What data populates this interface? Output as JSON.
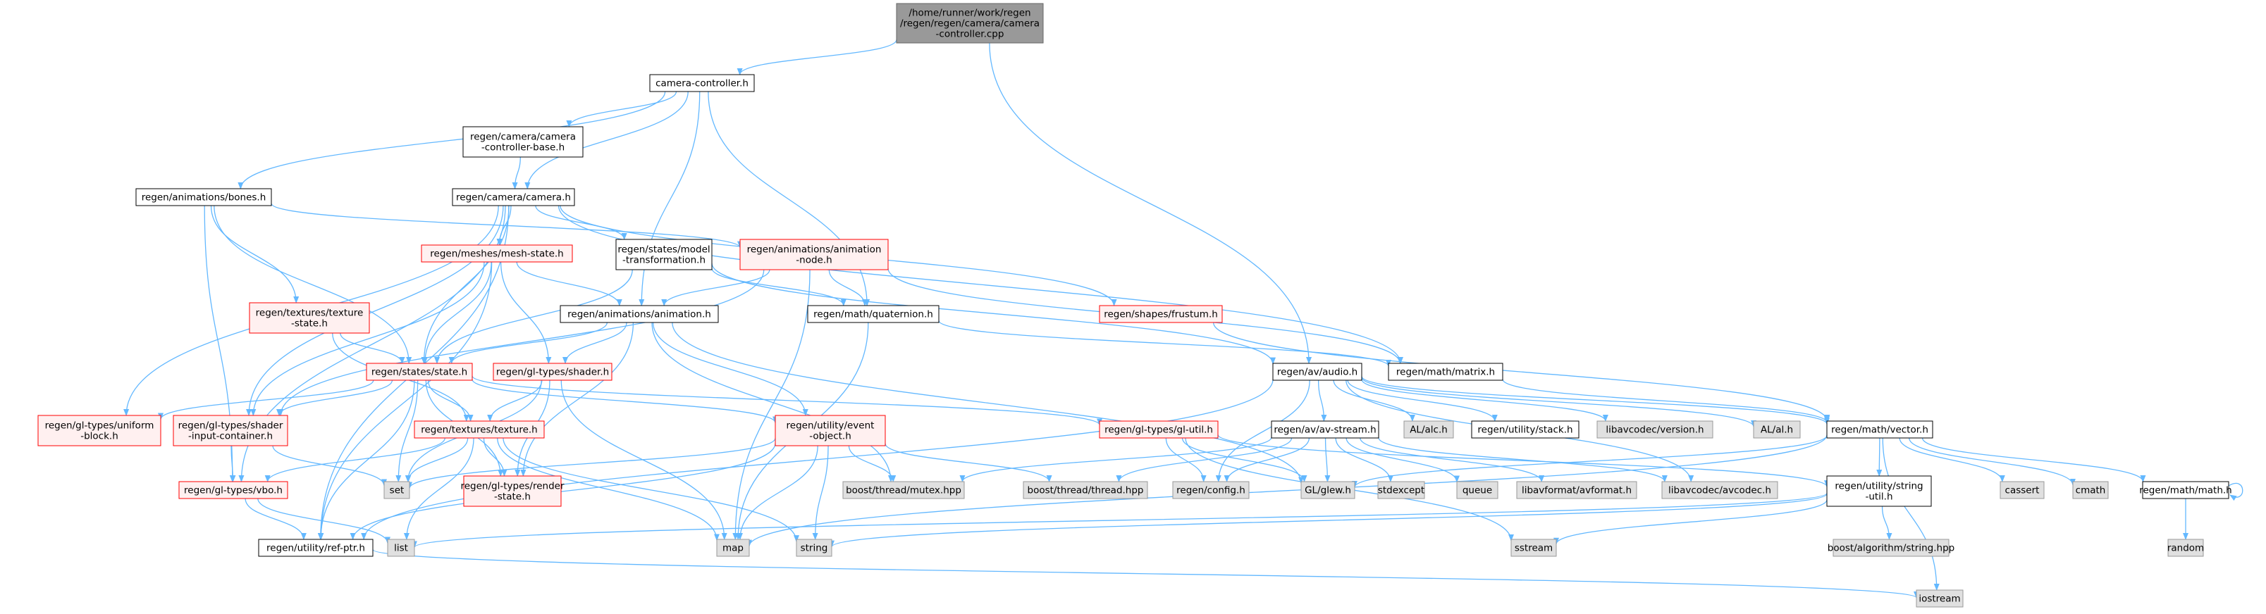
{
  "diagram": {
    "type": "include-dependency-graph",
    "colors": {
      "edge": "#63B8FF",
      "root_fill": "#999999",
      "root_border": "#666666",
      "node_fill": "#FFFFFF",
      "node_border": "#000000",
      "external_fill": "#E0E0E0",
      "external_border": "#999999",
      "truncated_fill": "#FFF0F0",
      "truncated_border": "#FF0000"
    },
    "nodes": [
      {
        "id": "root",
        "kind": "root",
        "lines": [
          "/home/runner/work/regen",
          "/regen/regen/camera/camera",
          "-controller.cpp"
        ]
      },
      {
        "id": "camctrl",
        "kind": "normal",
        "lines": [
          "camera-controller.h"
        ]
      },
      {
        "id": "ccbase",
        "kind": "normal",
        "lines": [
          "regen/camera/camera",
          "-controller-base.h"
        ]
      },
      {
        "id": "bones",
        "kind": "normal",
        "lines": [
          "regen/animations/bones.h"
        ]
      },
      {
        "id": "camera",
        "kind": "normal",
        "lines": [
          "regen/camera/camera.h"
        ]
      },
      {
        "id": "meshstate",
        "kind": "truncated",
        "lines": [
          "regen/meshes/mesh-state.h"
        ]
      },
      {
        "id": "modeltrans",
        "kind": "normal",
        "lines": [
          "regen/states/model",
          "-transformation.h"
        ]
      },
      {
        "id": "animnode",
        "kind": "truncated",
        "lines": [
          "regen/animations/animation",
          "-node.h"
        ]
      },
      {
        "id": "frustum",
        "kind": "truncated",
        "lines": [
          "regen/shapes/frustum.h"
        ]
      },
      {
        "id": "texstate",
        "kind": "truncated",
        "lines": [
          "regen/textures/texture",
          "-state.h"
        ]
      },
      {
        "id": "animation",
        "kind": "normal",
        "lines": [
          "regen/animations/animation.h"
        ]
      },
      {
        "id": "quaternion",
        "kind": "normal",
        "lines": [
          "regen/math/quaternion.h"
        ]
      },
      {
        "id": "states",
        "kind": "truncated",
        "lines": [
          "regen/states/state.h"
        ]
      },
      {
        "id": "shader",
        "kind": "truncated",
        "lines": [
          "regen/gl-types/shader.h"
        ]
      },
      {
        "id": "audio",
        "kind": "normal",
        "lines": [
          "regen/av/audio.h"
        ]
      },
      {
        "id": "matrix",
        "kind": "normal",
        "lines": [
          "regen/math/matrix.h"
        ]
      },
      {
        "id": "uniformblock",
        "kind": "truncated",
        "lines": [
          "regen/gl-types/uniform",
          "-block.h"
        ]
      },
      {
        "id": "shaderinput",
        "kind": "truncated",
        "lines": [
          "regen/gl-types/shader",
          "-input-container.h"
        ]
      },
      {
        "id": "texture",
        "kind": "truncated",
        "lines": [
          "regen/textures/texture.h"
        ]
      },
      {
        "id": "eventobject",
        "kind": "truncated",
        "lines": [
          "regen/utility/event",
          "-object.h"
        ]
      },
      {
        "id": "glutil",
        "kind": "truncated",
        "lines": [
          "regen/gl-types/gl-util.h"
        ]
      },
      {
        "id": "avstream",
        "kind": "normal",
        "lines": [
          "regen/av/av-stream.h"
        ]
      },
      {
        "id": "alc",
        "kind": "external",
        "lines": [
          "AL/alc.h"
        ]
      },
      {
        "id": "stack",
        "kind": "normal",
        "lines": [
          "regen/utility/stack.h"
        ]
      },
      {
        "id": "libavversion",
        "kind": "external",
        "lines": [
          "libavcodec/version.h"
        ]
      },
      {
        "id": "al",
        "kind": "external",
        "lines": [
          "AL/al.h"
        ]
      },
      {
        "id": "vector",
        "kind": "normal",
        "lines": [
          "regen/math/vector.h"
        ]
      },
      {
        "id": "vbo",
        "kind": "truncated",
        "lines": [
          "regen/gl-types/vbo.h"
        ]
      },
      {
        "id": "set",
        "kind": "external",
        "lines": [
          "set"
        ]
      },
      {
        "id": "renderstate",
        "kind": "truncated",
        "lines": [
          "regen/gl-types/render",
          "-state.h"
        ]
      },
      {
        "id": "mutex",
        "kind": "external",
        "lines": [
          "boost/thread/mutex.hpp"
        ]
      },
      {
        "id": "thread",
        "kind": "external",
        "lines": [
          "boost/thread/thread.hpp"
        ]
      },
      {
        "id": "config",
        "kind": "external",
        "lines": [
          "regen/config.h"
        ]
      },
      {
        "id": "glew",
        "kind": "external",
        "lines": [
          "GL/glew.h"
        ]
      },
      {
        "id": "stdexcept",
        "kind": "external",
        "lines": [
          "stdexcept"
        ]
      },
      {
        "id": "queue",
        "kind": "external",
        "lines": [
          "queue"
        ]
      },
      {
        "id": "avformat",
        "kind": "external",
        "lines": [
          "libavformat/avformat.h"
        ]
      },
      {
        "id": "avcodec",
        "kind": "external",
        "lines": [
          "libavcodec/avcodec.h"
        ]
      },
      {
        "id": "stringutil",
        "kind": "normal",
        "lines": [
          "regen/utility/string",
          "-util.h"
        ]
      },
      {
        "id": "cassert",
        "kind": "external",
        "lines": [
          "cassert"
        ]
      },
      {
        "id": "cmath",
        "kind": "external",
        "lines": [
          "cmath"
        ]
      },
      {
        "id": "mathh",
        "kind": "normal",
        "lines": [
          "regen/math/math.h"
        ]
      },
      {
        "id": "refptr",
        "kind": "normal",
        "lines": [
          "regen/utility/ref-ptr.h"
        ]
      },
      {
        "id": "list",
        "kind": "external",
        "lines": [
          "list"
        ]
      },
      {
        "id": "map",
        "kind": "external",
        "lines": [
          "map"
        ]
      },
      {
        "id": "string",
        "kind": "external",
        "lines": [
          "string"
        ]
      },
      {
        "id": "sstream",
        "kind": "external",
        "lines": [
          "sstream"
        ]
      },
      {
        "id": "boostalgo",
        "kind": "external",
        "lines": [
          "boost/algorithm/string.hpp"
        ]
      },
      {
        "id": "random",
        "kind": "external",
        "lines": [
          "random"
        ]
      },
      {
        "id": "iostream",
        "kind": "external",
        "lines": [
          "iostream"
        ]
      }
    ],
    "edges": [
      [
        "root",
        "camctrl"
      ],
      [
        "root",
        "audio"
      ],
      [
        "camctrl",
        "ccbase"
      ],
      [
        "camctrl",
        "bones"
      ],
      [
        "camctrl",
        "camera"
      ],
      [
        "camctrl",
        "animation"
      ],
      [
        "camctrl",
        "quaternion"
      ],
      [
        "ccbase",
        "camera"
      ],
      [
        "bones",
        "animnode"
      ],
      [
        "bones",
        "texstate"
      ],
      [
        "bones",
        "states"
      ],
      [
        "bones",
        "vbo"
      ],
      [
        "camera",
        "meshstate"
      ],
      [
        "camera",
        "modeltrans"
      ],
      [
        "camera",
        "frustum"
      ],
      [
        "camera",
        "states"
      ],
      [
        "camera",
        "matrix"
      ],
      [
        "camera",
        "uniformblock"
      ],
      [
        "camera",
        "shaderinput"
      ],
      [
        "camera",
        "vbo"
      ],
      [
        "camera",
        "refptr"
      ],
      [
        "meshstate",
        "animation"
      ],
      [
        "meshstate",
        "states"
      ],
      [
        "meshstate",
        "shader"
      ],
      [
        "meshstate",
        "shaderinput"
      ],
      [
        "meshstate",
        "refptr"
      ],
      [
        "modeltrans",
        "quaternion"
      ],
      [
        "modeltrans",
        "states"
      ],
      [
        "modeltrans",
        "audio"
      ],
      [
        "animnode",
        "animation"
      ],
      [
        "animnode",
        "quaternion"
      ],
      [
        "animnode",
        "matrix"
      ],
      [
        "animnode",
        "map"
      ],
      [
        "animnode",
        "shaderinput"
      ],
      [
        "frustum",
        "vector"
      ],
      [
        "texstate",
        "states"
      ],
      [
        "texstate",
        "texture"
      ],
      [
        "animation",
        "states"
      ],
      [
        "animation",
        "shader"
      ],
      [
        "animation",
        "eventobject"
      ],
      [
        "animation",
        "mutex"
      ],
      [
        "animation",
        "glew"
      ],
      [
        "animation",
        "renderstate"
      ],
      [
        "quaternion",
        "matrix"
      ],
      [
        "quaternion",
        "map"
      ],
      [
        "states",
        "uniformblock"
      ],
      [
        "states",
        "shaderinput"
      ],
      [
        "states",
        "texture"
      ],
      [
        "states",
        "eventobject"
      ],
      [
        "states",
        "glutil"
      ],
      [
        "states",
        "set"
      ],
      [
        "states",
        "refptr"
      ],
      [
        "states",
        "renderstate"
      ],
      [
        "shader",
        "texture"
      ],
      [
        "shader",
        "set"
      ],
      [
        "shader",
        "map"
      ],
      [
        "shader",
        "renderstate"
      ],
      [
        "audio",
        "avstream"
      ],
      [
        "audio",
        "alc"
      ],
      [
        "audio",
        "stack"
      ],
      [
        "audio",
        "libavversion"
      ],
      [
        "audio",
        "al"
      ],
      [
        "audio",
        "vector"
      ],
      [
        "audio",
        "config"
      ],
      [
        "audio",
        "refptr"
      ],
      [
        "audio",
        "avcodec"
      ],
      [
        "matrix",
        "vector"
      ],
      [
        "shaderinput",
        "vbo"
      ],
      [
        "shaderinput",
        "set"
      ],
      [
        "texture",
        "vbo"
      ],
      [
        "texture",
        "renderstate"
      ],
      [
        "texture",
        "set"
      ],
      [
        "texture",
        "list"
      ],
      [
        "texture",
        "map"
      ],
      [
        "texture",
        "string"
      ],
      [
        "eventobject",
        "mutex"
      ],
      [
        "eventobject",
        "thread"
      ],
      [
        "eventobject",
        "refptr"
      ],
      [
        "eventobject",
        "map"
      ],
      [
        "eventobject",
        "string"
      ],
      [
        "eventobject",
        "set"
      ],
      [
        "glutil",
        "config"
      ],
      [
        "glutil",
        "glew"
      ],
      [
        "glutil",
        "sstream"
      ],
      [
        "glutil",
        "stringutil"
      ],
      [
        "avstream",
        "mutex"
      ],
      [
        "avstream",
        "thread"
      ],
      [
        "avstream",
        "config"
      ],
      [
        "avstream",
        "glew"
      ],
      [
        "avstream",
        "stdexcept"
      ],
      [
        "avstream",
        "queue"
      ],
      [
        "avstream",
        "avformat"
      ],
      [
        "avstream",
        "avcodec"
      ],
      [
        "vector",
        "glew"
      ],
      [
        "vector",
        "stringutil"
      ],
      [
        "vector",
        "cassert"
      ],
      [
        "vector",
        "cmath"
      ],
      [
        "vector",
        "mathh"
      ],
      [
        "vector",
        "iostream"
      ],
      [
        "vector",
        "map"
      ],
      [
        "vbo",
        "refptr"
      ],
      [
        "vbo",
        "list"
      ],
      [
        "stringutil",
        "list"
      ],
      [
        "stringutil",
        "string"
      ],
      [
        "stringutil",
        "sstream"
      ],
      [
        "stringutil",
        "boostalgo"
      ],
      [
        "mathh",
        "mathh"
      ],
      [
        "mathh",
        "random"
      ],
      [
        "refptr",
        "iostream"
      ]
    ]
  }
}
